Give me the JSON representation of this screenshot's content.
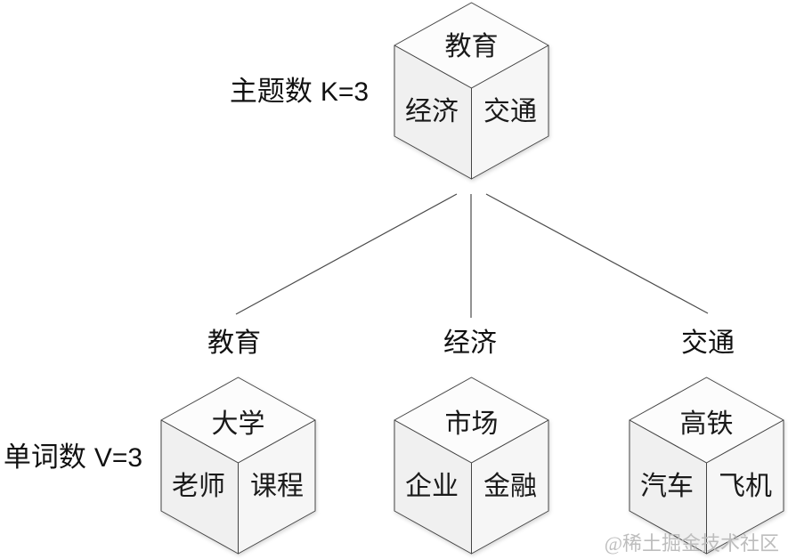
{
  "diagram": {
    "topic_label": {
      "zh": "主题数",
      "eq": "K=3"
    },
    "word_label": {
      "zh": "单词数",
      "eq": "V=3"
    },
    "root_cube": {
      "top": "教育",
      "left": "经济",
      "right": "交通"
    },
    "branches": [
      {
        "label": "教育",
        "cube": {
          "top": "大学",
          "left": "老师",
          "right": "课程"
        }
      },
      {
        "label": "经济",
        "cube": {
          "top": "市场",
          "left": "企业",
          "right": "金融"
        }
      },
      {
        "label": "交通",
        "cube": {
          "top": "高铁",
          "left": "汽车",
          "right": "飞机"
        }
      }
    ],
    "watermark": "@稀土掘金技术社区",
    "colors": {
      "cube_top_face": "#fcfcfc",
      "cube_left_face": "#f0f0f0",
      "cube_right_face": "#f6f6f6",
      "cube_edge": "#454545",
      "connector_line": "#4a4a4a",
      "text": "#1a1a1a",
      "watermark": "#bdbdbd"
    }
  }
}
